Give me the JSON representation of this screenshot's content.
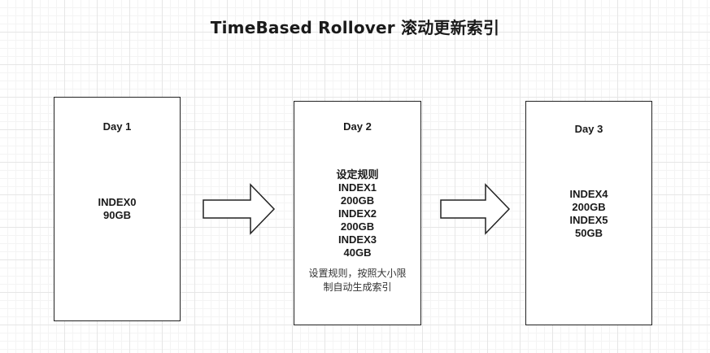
{
  "title": "TimeBased Rollover  滚动更新索引",
  "boxes": [
    {
      "day": "Day 1",
      "lines": [
        "INDEX0",
        "90GB"
      ]
    },
    {
      "day": "Day 2",
      "lines": [
        "设定规则",
        "INDEX1",
        "200GB",
        "INDEX2",
        "200GB",
        "INDEX3",
        "40GB"
      ],
      "note": [
        "设置规则，按照大小限",
        "制自动生成索引"
      ]
    },
    {
      "day": "Day 3",
      "lines": [
        "INDEX4",
        "200GB",
        "INDEX5",
        "50GB"
      ]
    }
  ]
}
